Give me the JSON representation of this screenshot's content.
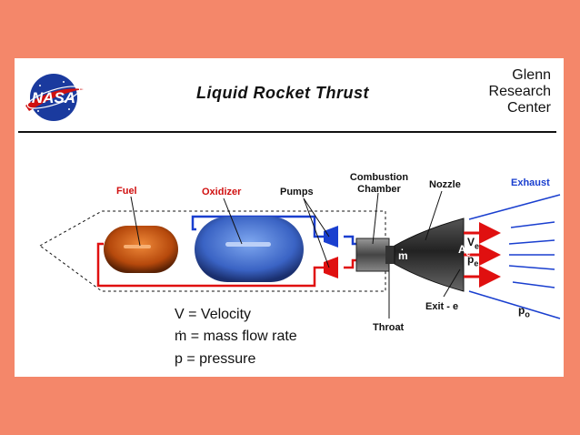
{
  "header": {
    "logo_text": "NASA",
    "title": "Liquid Rocket Thrust",
    "center_line1": "Glenn",
    "center_line2": "Research",
    "center_line3": "Center"
  },
  "labels": {
    "fuel": "Fuel",
    "oxidizer": "Oxidizer",
    "pumps": "Pumps",
    "combustion1": "Combustion",
    "combustion2": "Chamber",
    "nozzle": "Nozzle",
    "exhaust": "Exhaust",
    "throat": "Throat",
    "exit": "Exit - e",
    "ae": "A",
    "ae_sub": "e",
    "ve": "V",
    "ve_sub": "e",
    "pe": "p",
    "pe_sub": "e",
    "po": "p",
    "po_sub": "o",
    "mdot": "m"
  },
  "legend": {
    "velocity": "V =  Velocity",
    "mass_flow": "m =  mass  flow  rate",
    "pressure": "p =  pressure"
  },
  "colors": {
    "background": "#F4876A",
    "fuel": "#C8560F",
    "oxidizer": "#3B6FD6",
    "red_line": "#E01010",
    "blue_line": "#1a3fcf"
  }
}
